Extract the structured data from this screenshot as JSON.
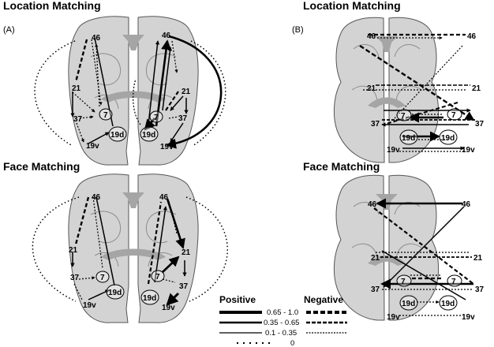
{
  "panels": [
    {
      "panel_label": "(A)",
      "title": "Location Matching"
    },
    {
      "panel_label": "",
      "title": "Face Matching"
    },
    {
      "panel_label": "(B)",
      "title": "Location Matching"
    },
    {
      "panel_label": "",
      "title": "Face Matching"
    }
  ],
  "regions": [
    "46",
    "21",
    "37",
    "7",
    "19d",
    "19v"
  ],
  "legend": {
    "positive_label": "Positive",
    "negative_label": "Negative",
    "ranges": [
      "0.65 - 1.0",
      "0.35 - 0.65",
      "0.1 - 0.35",
      "0"
    ]
  },
  "colors": {
    "brain_fill": "#d3d3d3",
    "brain_outline": "#555555",
    "inner_structure": "#a5a5a5",
    "arrow": "#000000"
  }
}
